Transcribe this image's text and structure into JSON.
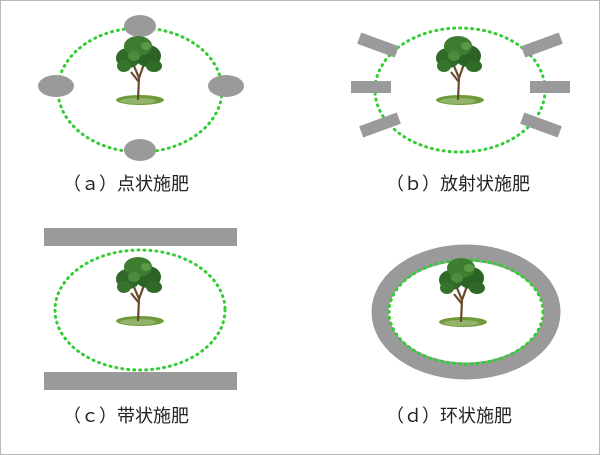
{
  "colors": {
    "dotted_ring": "#33cc33",
    "fertilizer": "#9a9a9a",
    "tree_foliage": "#2f6a27",
    "tree_trunk": "#6b4a2b",
    "ground": "#6f9a3a"
  },
  "panels": [
    {
      "id": "a",
      "caption": "（ａ）点状施肥",
      "method": "point"
    },
    {
      "id": "b",
      "caption": "（ｂ）放射状施肥",
      "method": "radial"
    },
    {
      "id": "c",
      "caption": "（ｃ）带状施肥",
      "method": "band"
    },
    {
      "id": "d",
      "caption": "（ｄ）环状施肥",
      "method": "ring"
    }
  ]
}
